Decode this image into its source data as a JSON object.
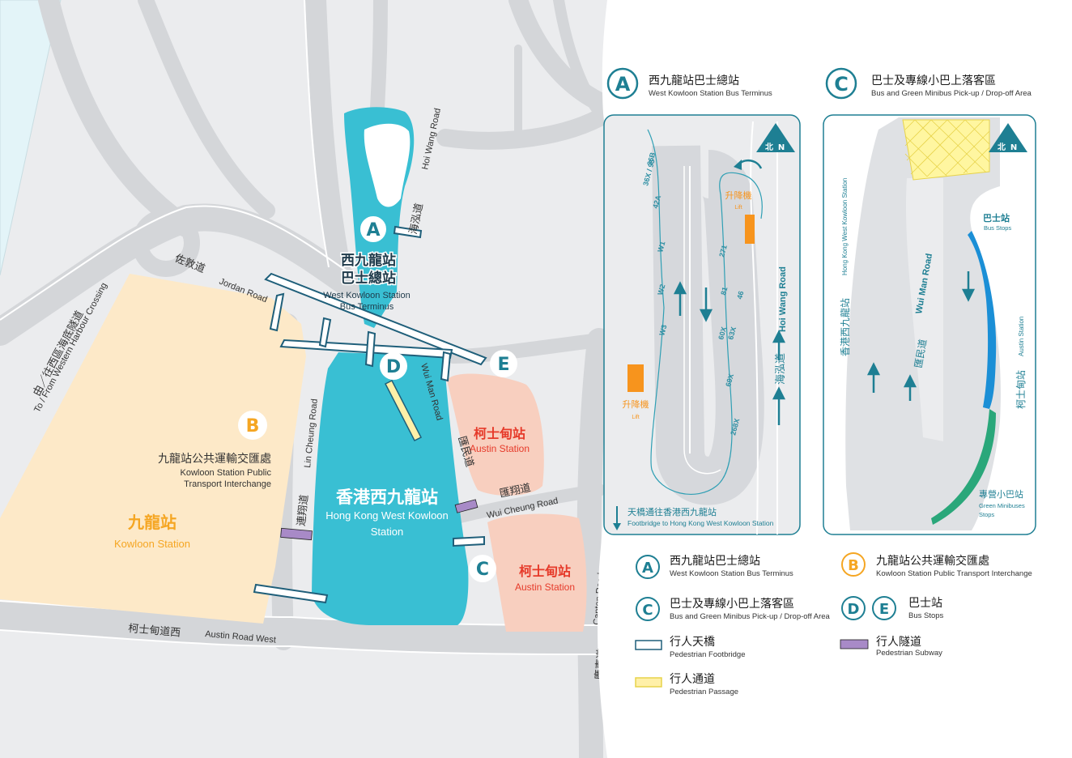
{
  "colors": {
    "teal": "#39bfd3",
    "teal_dark": "#1e7f93",
    "orange_area": "#fde9c8",
    "orange_label": "#f5a623",
    "salmon": "#f8cfbf",
    "red_label": "#e63a2a",
    "road_grey": "#d4d6d9",
    "background_grey": "#ebecee",
    "water": "#e3f4f8",
    "footbridge": "#1f5f7a",
    "subway": "#a88ac7",
    "passage": "#fff0a8",
    "blue_bus": "#1b8fd6",
    "green_minibus": "#2aa77a",
    "lift_orange": "#f7941d"
  },
  "map": {
    "roads": {
      "hoi_wang_road": "Hoi Wang Road",
      "hoi_wang_road_zh": "海泓道",
      "jordan_road": "Jordan Road",
      "jordan_road_zh": "佐敦道",
      "lin_cheung_road": "Lin Cheung Road",
      "lin_cheung_road_zh": "連翔道",
      "wui_man_road": "Wui Man Road",
      "wui_man_road_zh": "匯民道",
      "wui_cheung_road": "Wui Cheung Road",
      "wui_cheung_road_zh": "匯翔道",
      "austin_road_west": "Austin Road West",
      "austin_road_west_zh": "柯士甸道西",
      "canton_road": "Canton Road",
      "canton_road_zh": "廣東道",
      "tunnel_zh": "由／往西區海底隧道",
      "tunnel_en": "To / From Western Harbour Crossing"
    },
    "labels": {
      "a_letter": "A",
      "a_zh_1": "西九龍站",
      "a_zh_2": "巴士總站",
      "a_en_1": "West Kowloon Station",
      "a_en_2": "Bus Terminus",
      "b_letter": "B",
      "b_zh": "九龍站公共運輸交匯處",
      "b_en_1": "Kowloon Station Public",
      "b_en_2": "Transport Interchange",
      "kowloon_zh": "九龍站",
      "kowloon_en": "Kowloon Station",
      "hk_wk_zh": "香港西九龍站",
      "hk_wk_en_1": "Hong Kong West Kowloon",
      "hk_wk_en_2": "Station",
      "c_letter": "C",
      "d_letter": "D",
      "e_letter": "E",
      "austin_zh": "柯士甸站",
      "austin_en": "Austin Station",
      "austin2_zh": "柯士甸站",
      "austin2_en": "Austin Station"
    }
  },
  "panel_a": {
    "letter": "A",
    "title_zh": "西九龍站巴士總站",
    "title_en": "West Kowloon Station Bus Terminus",
    "north_zh": "北",
    "north_en": "N",
    "lift1_zh": "升降機",
    "lift1_en": "Lift",
    "lift2_zh": "升降機",
    "lift2_en": "Lift",
    "road_en": "Hoi Wang Road",
    "road_zh": "海泓道",
    "routes_left": [
      "36B",
      "36X / 95",
      "42A",
      "W1",
      "W2",
      "W3"
    ],
    "routes_right": [
      "271",
      "81",
      "46",
      "60X",
      "63X",
      "69X",
      "268X"
    ],
    "footbridge_zh": "天橋通往香港西九龍站",
    "footbridge_en": "Footbridge to Hong Kong West Kowloon Station"
  },
  "panel_c": {
    "letter": "C",
    "title_zh": "巴士及專線小巴上落客區",
    "title_en": "Bus and Green Minibus Pick-up / Drop-off Area",
    "north_zh": "北",
    "north_en": "N",
    "station_zh": "香港西九龍站",
    "station_en": "Hong Kong West Kowloon Station",
    "road_en": "Wui Man Road",
    "road_zh": "匯民道",
    "bus_stops_zh": "巴士站",
    "bus_stops_en": "Bus Stops",
    "minibus_zh": "專營小巴站",
    "minibus_en_1": "Green Minibuses",
    "minibus_en_2": "Stops",
    "austin_en": "Austin Station",
    "austin_zh": "柯士甸站"
  },
  "legend": {
    "a_letter": "A",
    "a_zh": "西九龍站巴士總站",
    "a_en": "West Kowloon Station Bus Terminus",
    "b_letter": "B",
    "b_zh": "九龍站公共運輸交匯處",
    "b_en": "Kowloon Station Public Transport Interchange",
    "c_letter": "C",
    "c_zh": "巴士及專線小巴上落客區",
    "c_en": "Bus and Green Minibus Pick-up / Drop-off Area",
    "d_letter": "D",
    "e_letter": "E",
    "de_zh": "巴士站",
    "de_en": "Bus Stops",
    "footbridge_zh": "行人天橋",
    "footbridge_en": "Pedestrian Footbridge",
    "subway_zh": "行人隧道",
    "subway_en": "Pedestrian Subway",
    "passage_zh": "行人通道",
    "passage_en": "Pedestrian Passage"
  }
}
